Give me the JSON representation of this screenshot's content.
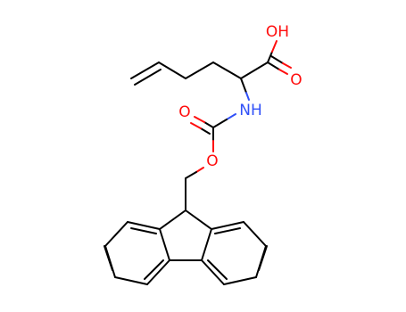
{
  "molecule": {
    "atoms": {
      "hydroxyl": "OH",
      "carbonyl_acid_o": "O",
      "amine": "NH",
      "carbamate_carbonyl_o": "O",
      "ester_o": "O"
    },
    "colors": {
      "bond": "#000000",
      "oxygen": "#ff0d0d",
      "nitrogen": "#3050f8",
      "background": "#ffffff"
    }
  }
}
